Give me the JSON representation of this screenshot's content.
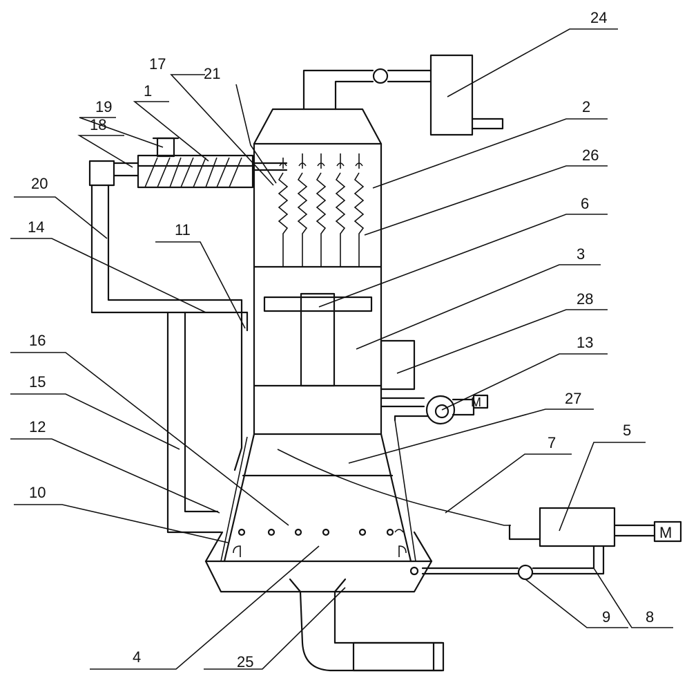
{
  "labels": {
    "l1": "1",
    "l2": "2",
    "l3": "3",
    "l4": "4",
    "l5": "5",
    "l6": "6",
    "l7": "7",
    "l8": "8",
    "l9": "9",
    "l10": "10",
    "l11": "11",
    "l12": "12",
    "l13": "13",
    "l14": "14",
    "l15": "15",
    "l16": "16",
    "l17": "17",
    "l18": "18",
    "l19": "19",
    "l20": "20",
    "l21": "21",
    "l24": "24",
    "l25": "25",
    "l26": "26",
    "l27": "27",
    "l28": "28"
  },
  "motor_label": "M"
}
